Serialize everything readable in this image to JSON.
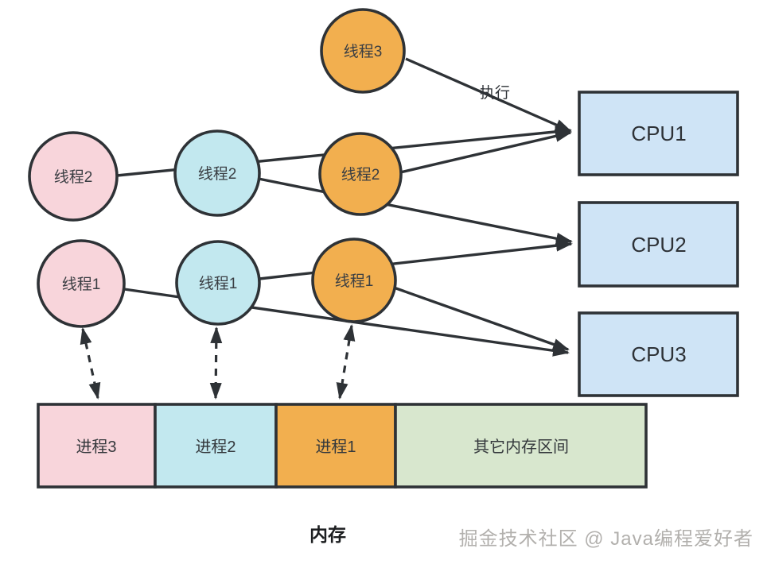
{
  "colors": {
    "pink": "#f8d5db",
    "cyan": "#c2e8ef",
    "orange": "#f2af4f",
    "cpu_blue": "#cfe4f6",
    "memory_green": "#d8e7ce",
    "line": "#2e3236"
  },
  "nodes": {
    "thread3": "线程3",
    "thread2": "线程2",
    "thread1": "线程1"
  },
  "edge_label": "执行",
  "cpus": [
    "CPU1",
    "CPU2",
    "CPU3"
  ],
  "memory": {
    "segments": [
      "进程3",
      "进程2",
      "进程1",
      "其它内存区间"
    ],
    "caption": "内存"
  },
  "watermark": "掘金技术社区 @ Java编程爱好者"
}
